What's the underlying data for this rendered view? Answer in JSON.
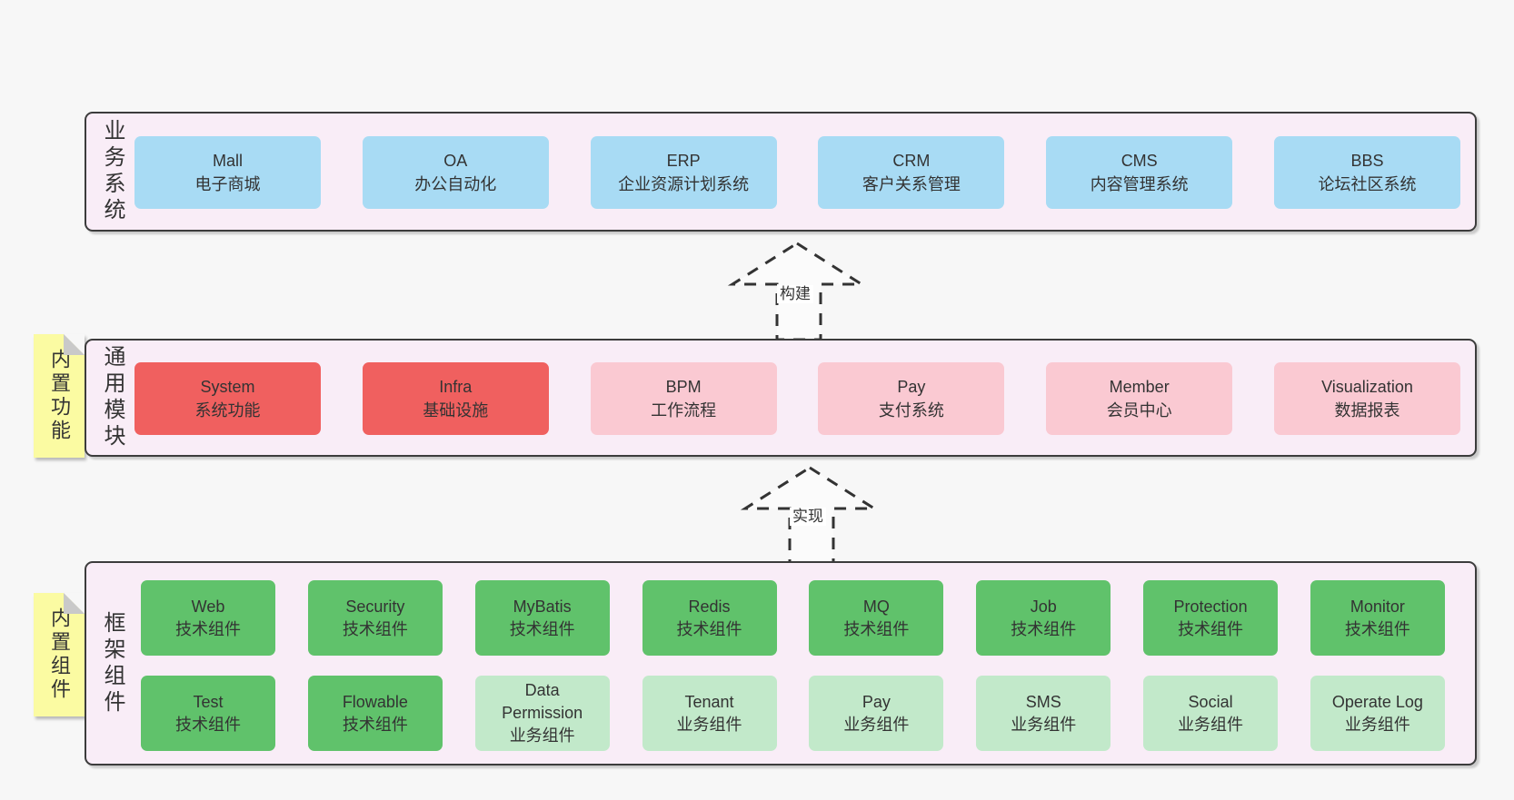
{
  "sections": [
    {
      "side_label": "业务系统",
      "boxes": [
        {
          "en": "Mall",
          "zh": "电子商城",
          "variant": "blue"
        },
        {
          "en": "OA",
          "zh": "办公自动化",
          "variant": "blue"
        },
        {
          "en": "ERP",
          "zh": "企业资源计划系统",
          "variant": "blue"
        },
        {
          "en": "CRM",
          "zh": "客户关系管理",
          "variant": "blue"
        },
        {
          "en": "CMS",
          "zh": "内容管理系统",
          "variant": "blue"
        },
        {
          "en": "BBS",
          "zh": "论坛社区系统",
          "variant": "blue"
        }
      ]
    },
    {
      "side_label": "通用模块",
      "tab_label": "内置功能",
      "boxes": [
        {
          "en": "System",
          "zh": "系统功能",
          "variant": "red"
        },
        {
          "en": "Infra",
          "zh": "基础设施",
          "variant": "red"
        },
        {
          "en": "BPM",
          "zh": "工作流程",
          "variant": "pink"
        },
        {
          "en": "Pay",
          "zh": "支付系统",
          "variant": "pink"
        },
        {
          "en": "Member",
          "zh": "会员中心",
          "variant": "pink"
        },
        {
          "en": "Visualization",
          "zh": "数据报表",
          "variant": "pink"
        }
      ]
    },
    {
      "side_label": "框架组件",
      "tab_label": "内置组件",
      "rows": [
        [
          {
            "en": "Web",
            "zh": "技术组件",
            "variant": "green"
          },
          {
            "en": "Security",
            "zh": "技术组件",
            "variant": "green"
          },
          {
            "en": "MyBatis",
            "zh": "技术组件",
            "variant": "green"
          },
          {
            "en": "Redis",
            "zh": "技术组件",
            "variant": "green"
          },
          {
            "en": "MQ",
            "zh": "技术组件",
            "variant": "green"
          },
          {
            "en": "Job",
            "zh": "技术组件",
            "variant": "green"
          },
          {
            "en": "Protection",
            "zh": "技术组件",
            "variant": "green"
          },
          {
            "en": "Monitor",
            "zh": "技术组件",
            "variant": "green"
          }
        ],
        [
          {
            "en": "Test",
            "zh": "技术组件",
            "variant": "green"
          },
          {
            "en": "Flowable",
            "zh": "技术组件",
            "variant": "green"
          },
          {
            "en": "Data Permission",
            "zh": "业务组件",
            "variant": "lightgreen"
          },
          {
            "en": "Tenant",
            "zh": "业务组件",
            "variant": "lightgreen"
          },
          {
            "en": "Pay",
            "zh": "业务组件",
            "variant": "lightgreen"
          },
          {
            "en": "SMS",
            "zh": "业务组件",
            "variant": "lightgreen"
          },
          {
            "en": "Social",
            "zh": "业务组件",
            "variant": "lightgreen"
          },
          {
            "en": "Operate Log",
            "zh": "业务组件",
            "variant": "lightgreen"
          }
        ]
      ]
    }
  ],
  "arrows": [
    {
      "label": "构建"
    },
    {
      "label": "实现"
    }
  ],
  "colors": {
    "page_background": "#f7f7f7",
    "panel_background": "#f9edf7",
    "panel_border": "#3c3c3c",
    "box_blue": "#a8dbf4",
    "box_red": "#f0605f",
    "box_pink": "#fac9d2",
    "box_green": "#60c26b",
    "box_lightgreen": "#c2e9ca",
    "sticky_yellow": "#fbfba2",
    "fold_gray": "#c9c9c9",
    "text": "#333333"
  }
}
